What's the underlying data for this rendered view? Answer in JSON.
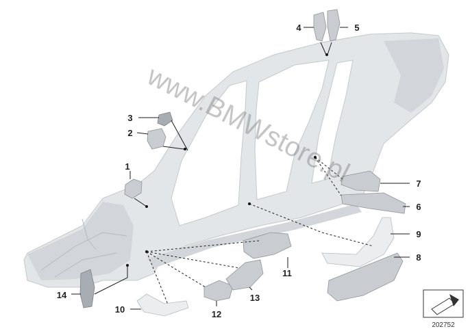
{
  "watermark": "www.BMWstore.pl",
  "figure_number": "202752",
  "callouts": [
    "1",
    "2",
    "3",
    "4",
    "5",
    "6",
    "7",
    "8",
    "9",
    "10",
    "11",
    "12",
    "13",
    "14"
  ]
}
